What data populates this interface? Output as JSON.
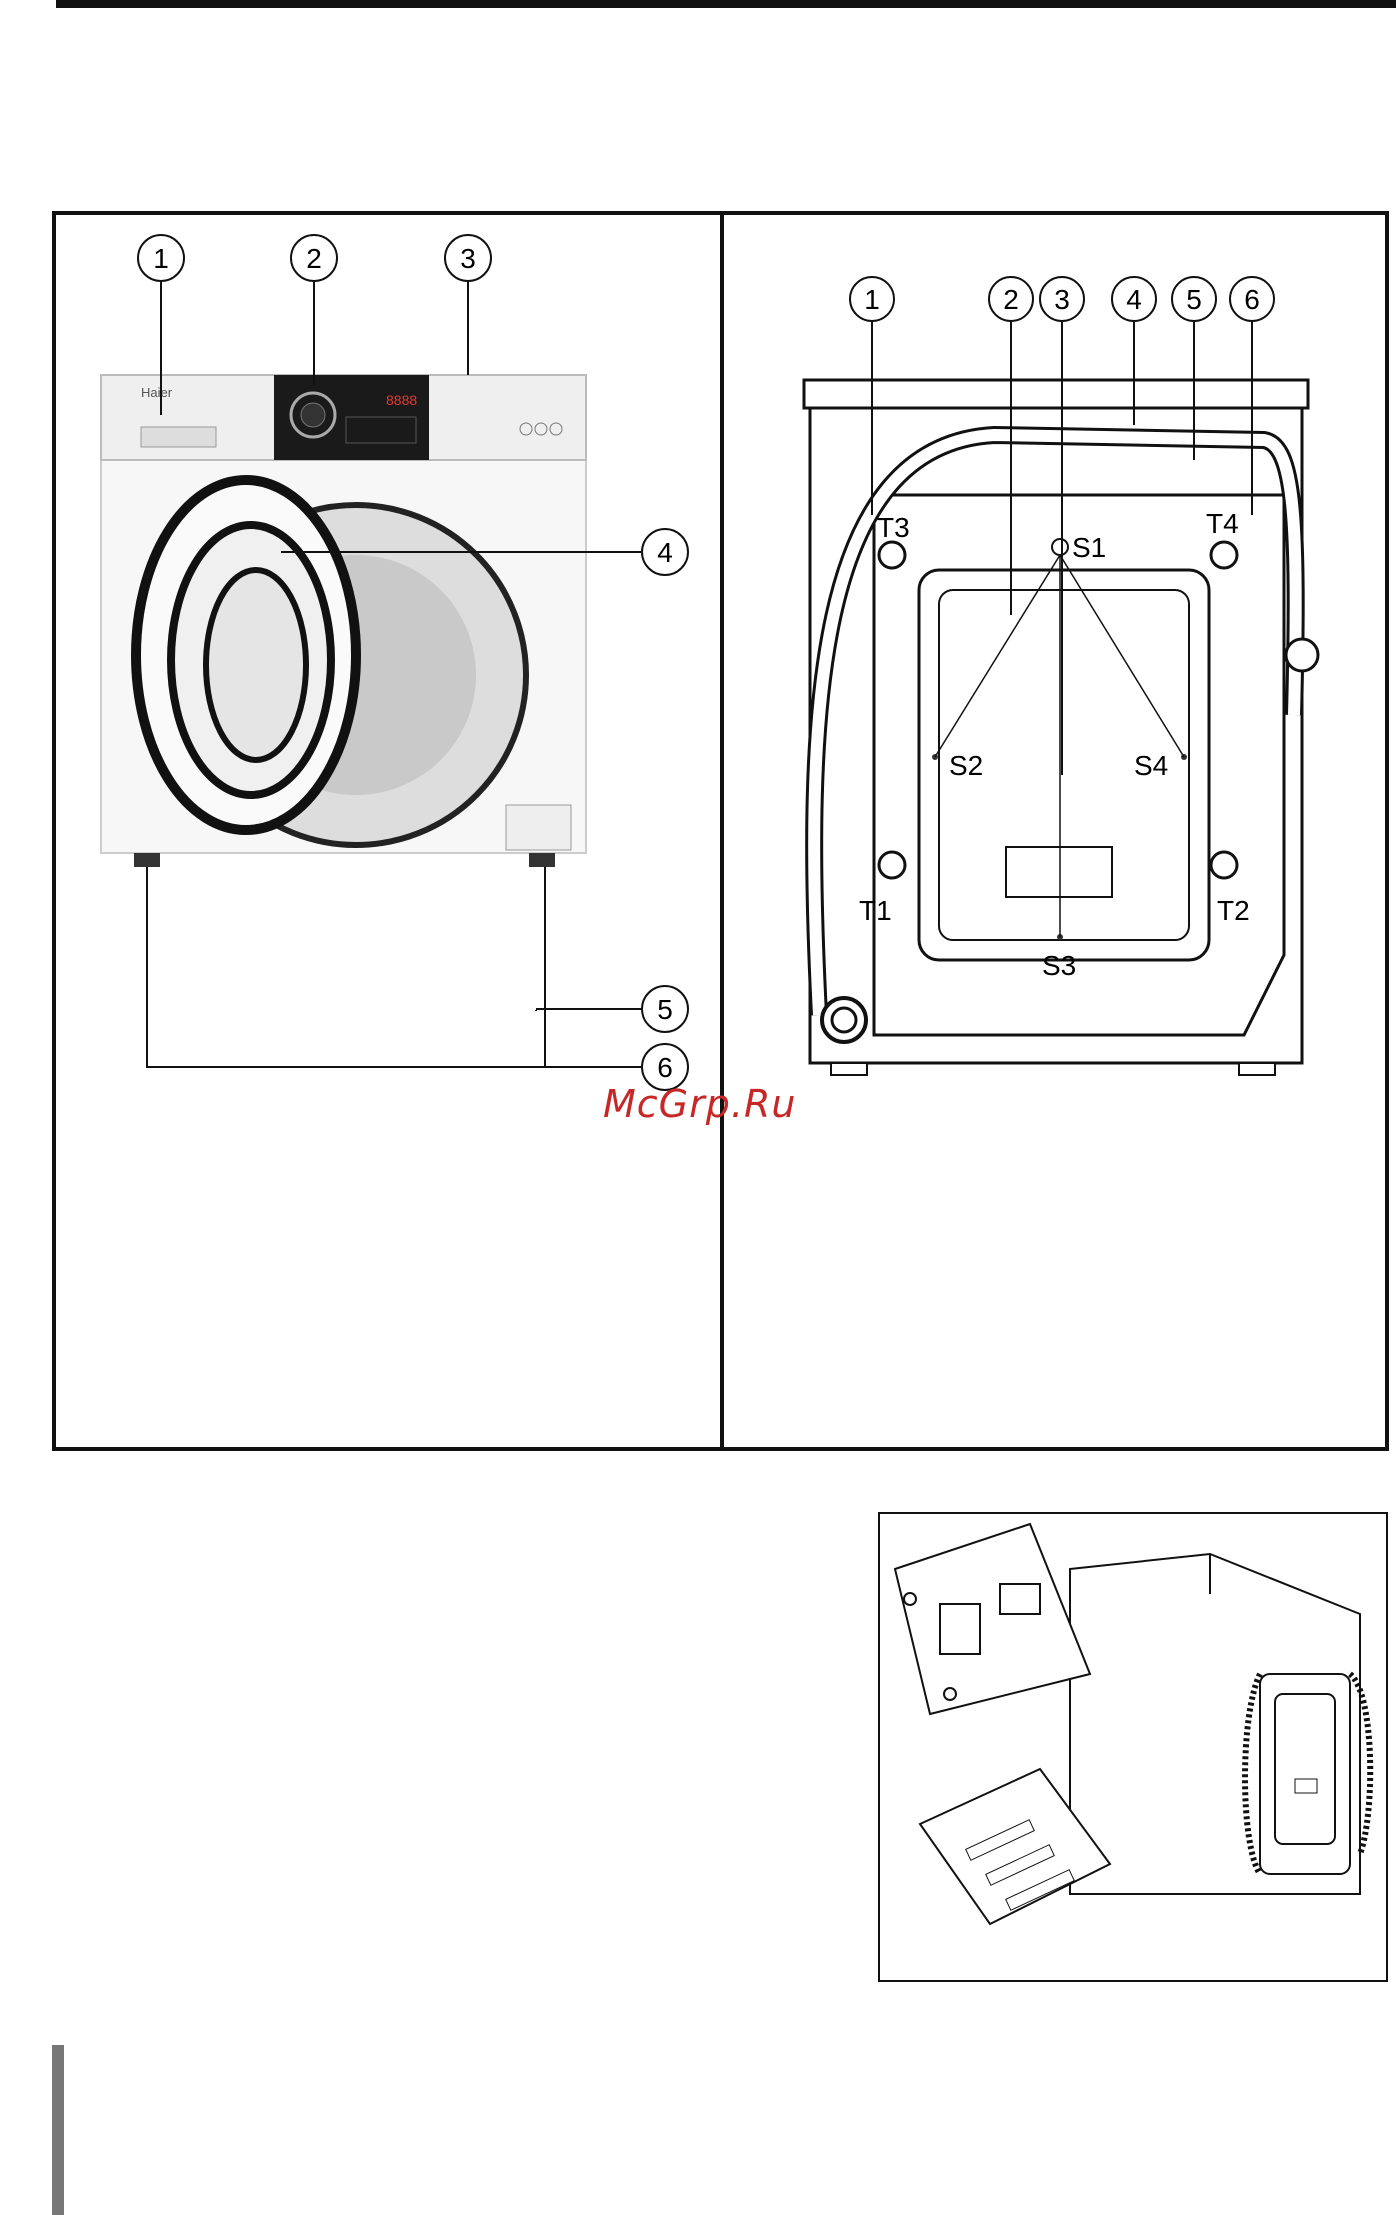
{
  "front_view": {
    "callouts": [
      "1",
      "2",
      "3",
      "4",
      "5",
      "6"
    ],
    "brand": "Haier",
    "display": "8888"
  },
  "rear_view": {
    "callouts": [
      "1",
      "2",
      "3",
      "4",
      "5",
      "6"
    ],
    "bolt_labels": [
      "T1",
      "T2",
      "T3",
      "T4"
    ],
    "screw_labels": [
      "S1",
      "S2",
      "S3",
      "S4"
    ]
  },
  "watermark": "McGrp.Ru",
  "colors": {
    "watermark": "#c62828",
    "line": "#111111",
    "panel": "#f2f2f2"
  }
}
